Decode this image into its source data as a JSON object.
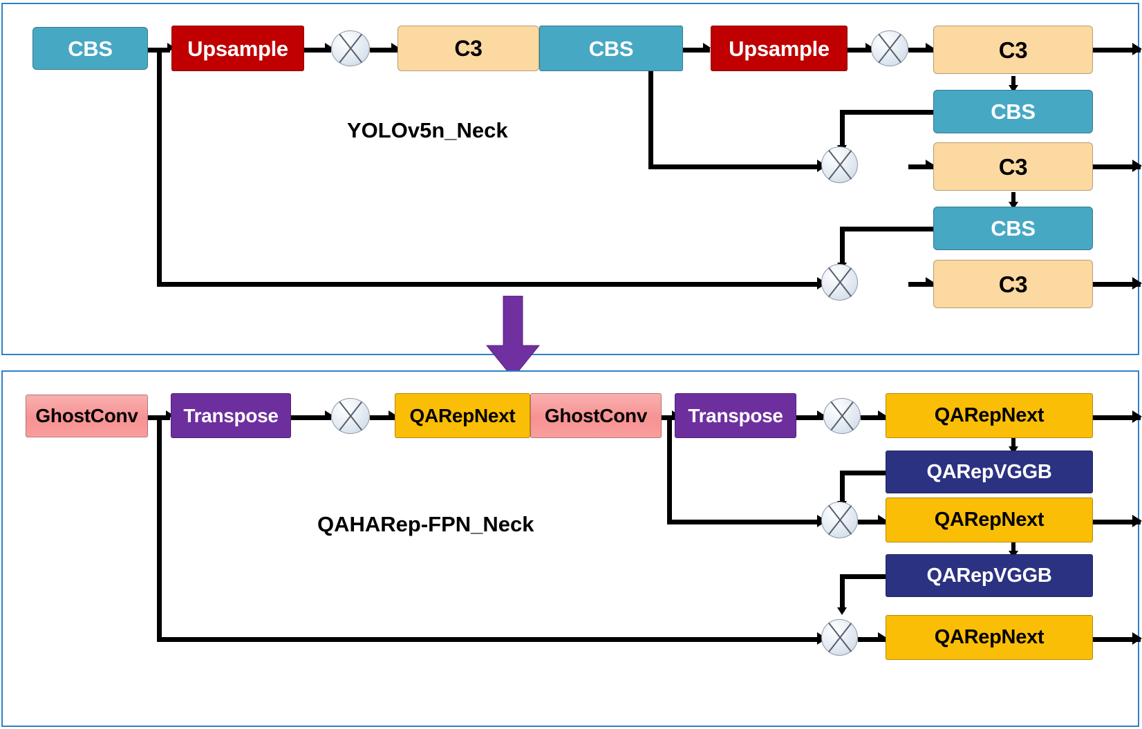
{
  "diagram": {
    "title_top": "YOLOv5n_Neck",
    "title_bottom": "QAHARep-FPN_Neck",
    "transition_icon": "down-arrow-icon",
    "merge_icon": "concat-merge-icon",
    "colors": {
      "panel_border": "#2e80c4",
      "cbs": "#47a8c4",
      "upsample": "#c00000",
      "c3": "#fbd9a0",
      "ghostconv": "#f79292",
      "transpose": "#6e2f9e",
      "qarepnext": "#fbbe07",
      "qarepvggb": "#2b3281",
      "transition_arrow": "#7030a0",
      "line": "#000000"
    }
  },
  "top_panel": {
    "name": "YOLOv5n_Neck",
    "nodes": [
      {
        "id": "t_cbs1",
        "label": "CBS"
      },
      {
        "id": "t_up1",
        "label": "Upsample"
      },
      {
        "id": "t_c3_1",
        "label": "C3"
      },
      {
        "id": "t_cbs2",
        "label": "CBS"
      },
      {
        "id": "t_up2",
        "label": "Upsample"
      },
      {
        "id": "t_c3_2",
        "label": "C3"
      },
      {
        "id": "t_cbs3",
        "label": "CBS"
      },
      {
        "id": "t_c3_3",
        "label": "C3"
      },
      {
        "id": "t_cbs4",
        "label": "CBS"
      },
      {
        "id": "t_c3_4",
        "label": "C3"
      }
    ]
  },
  "bottom_panel": {
    "name": "QAHARep-FPN_Neck",
    "nodes": [
      {
        "id": "b_g1",
        "label": "GhostConv"
      },
      {
        "id": "b_tr1",
        "label": "Transpose"
      },
      {
        "id": "b_q1",
        "label": "QARepNext"
      },
      {
        "id": "b_g2",
        "label": "GhostConv"
      },
      {
        "id": "b_tr2",
        "label": "Transpose"
      },
      {
        "id": "b_q2",
        "label": "QARepNext"
      },
      {
        "id": "b_v1",
        "label": "QARepVGGB"
      },
      {
        "id": "b_q3",
        "label": "QARepNext"
      },
      {
        "id": "b_v2",
        "label": "QARepVGGB"
      },
      {
        "id": "b_q4",
        "label": "QARepNext"
      }
    ]
  }
}
